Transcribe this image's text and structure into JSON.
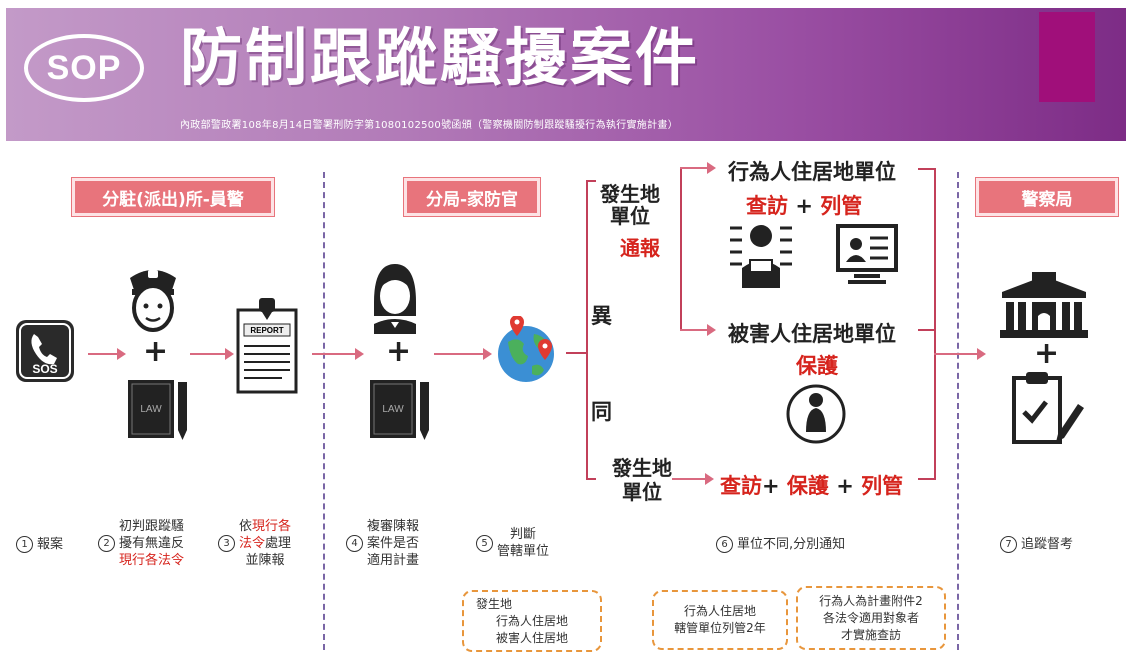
{
  "header": {
    "badge": "SOP",
    "title": "防制跟蹤騷擾案件",
    "subtitle": "內政部警政署108年8月14日警署刑防字第1080102500號函頒（警察機關防制跟蹤騷擾行為執行實施計畫）"
  },
  "sections": {
    "station": "分駐(派出)所-員警",
    "branch": "分局-家防官",
    "bureau": "警察局"
  },
  "icons": {
    "sos_text": "SOS",
    "report_text": "REPORT",
    "law_text": "LAW"
  },
  "branch_flow": {
    "occur_unit_top": [
      "發生地",
      "單位"
    ],
    "notify": "通報",
    "different": "異",
    "same": "同",
    "occur_unit_bottom": [
      "發生地",
      "單位"
    ],
    "actor_unit": "行為人住居地單位",
    "visit": "查訪",
    "plus": "+",
    "track": "列管",
    "victim_unit": "被害人住居地單位",
    "protect": "保護"
  },
  "steps": [
    {
      "num": "1",
      "text": [
        "報案"
      ]
    },
    {
      "num": "2",
      "text": [
        "初判跟蹤騷",
        "擾有無違反",
        "現行各法令"
      ]
    },
    {
      "num": "3",
      "text": [
        "依現行各",
        "法令處理",
        "並陳報"
      ]
    },
    {
      "num": "4",
      "text": [
        "複審陳報",
        "案件是否",
        "適用計畫"
      ]
    },
    {
      "num": "5",
      "text": [
        "判斷",
        "管轄單位"
      ]
    },
    {
      "num": "6",
      "text": [
        "單位不同,分別通知"
      ]
    },
    {
      "num": "7",
      "text": [
        "追蹤督考"
      ]
    }
  ],
  "notes": [
    [
      "發生地",
      "行為人住居地",
      "被害人住居地"
    ],
    [
      "行為人住居地",
      "轄管單位列管2年"
    ],
    [
      "行為人為計畫附件2",
      "各法令適用對象者",
      "才實施查訪"
    ]
  ],
  "colors": {
    "accent": "#e8747c",
    "red": "#d6241d",
    "purple": "#9a4fa3",
    "divider": "#7a66a6"
  }
}
